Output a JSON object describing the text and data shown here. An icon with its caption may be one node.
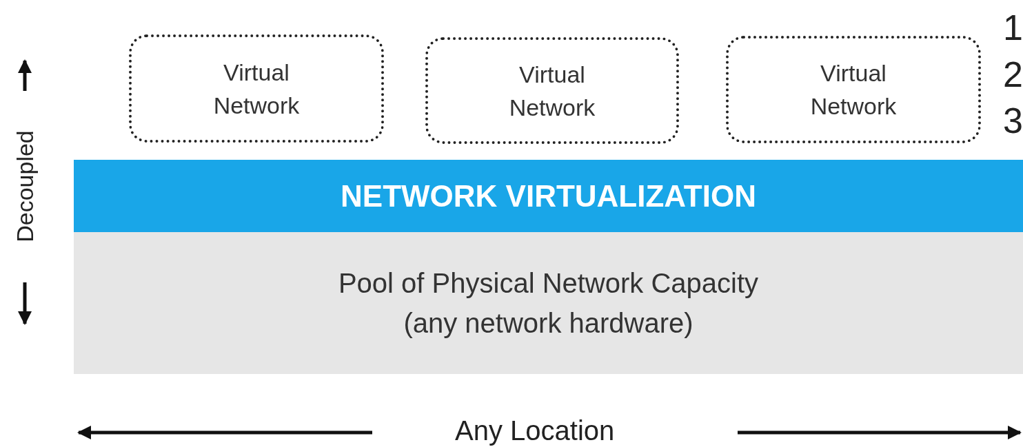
{
  "diagram": {
    "nodes": [
      {
        "text": [
          "Virtual Network"
        ]
      },
      {
        "text": [
          "Virtual Network"
        ]
      },
      {
        "text": [
          "Virtual Network"
        ]
      },
      {
        "text": [
          "NETWORK VIRTUALIZATION"
        ]
      },
      {
        "text": [
          "Pool of Physical Network Capacity",
          "(any network hardware)"
        ]
      }
    ],
    "labels": [
      "1",
      "2",
      "3",
      "Decoupled",
      "Any Location"
    ]
  }
}
